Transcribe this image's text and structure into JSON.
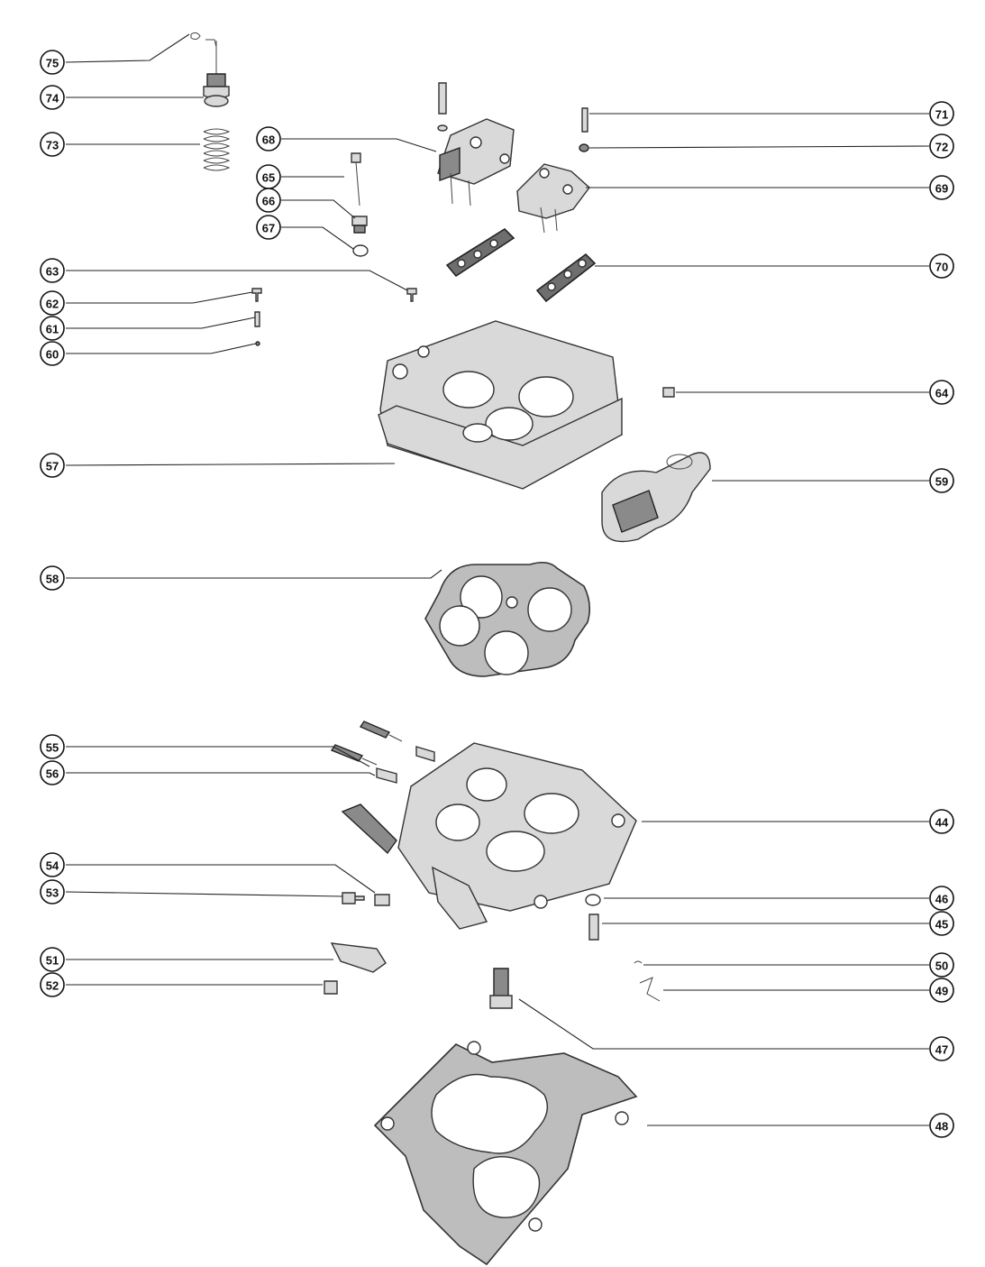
{
  "callouts": [
    {
      "id": "c75",
      "label": "75"
    },
    {
      "id": "c74",
      "label": "74"
    },
    {
      "id": "c73",
      "label": "73"
    },
    {
      "id": "c68",
      "label": "68"
    },
    {
      "id": "c71",
      "label": "71"
    },
    {
      "id": "c72",
      "label": "72"
    },
    {
      "id": "c69",
      "label": "69"
    },
    {
      "id": "c65",
      "label": "65"
    },
    {
      "id": "c66",
      "label": "66"
    },
    {
      "id": "c67",
      "label": "67"
    },
    {
      "id": "c70",
      "label": "70"
    },
    {
      "id": "c63",
      "label": "63"
    },
    {
      "id": "c62",
      "label": "62"
    },
    {
      "id": "c61",
      "label": "61"
    },
    {
      "id": "c60",
      "label": "60"
    },
    {
      "id": "c64",
      "label": "64"
    },
    {
      "id": "c57",
      "label": "57"
    },
    {
      "id": "c59",
      "label": "59"
    },
    {
      "id": "c58",
      "label": "58"
    },
    {
      "id": "c55",
      "label": "55"
    },
    {
      "id": "c56",
      "label": "56"
    },
    {
      "id": "c44",
      "label": "44"
    },
    {
      "id": "c54",
      "label": "54"
    },
    {
      "id": "c53",
      "label": "53"
    },
    {
      "id": "c46",
      "label": "46"
    },
    {
      "id": "c45",
      "label": "45"
    },
    {
      "id": "c51",
      "label": "51"
    },
    {
      "id": "c52",
      "label": "52"
    },
    {
      "id": "c50",
      "label": "50"
    },
    {
      "id": "c49",
      "label": "49"
    },
    {
      "id": "c47",
      "label": "47"
    },
    {
      "id": "c48",
      "label": "48"
    }
  ]
}
